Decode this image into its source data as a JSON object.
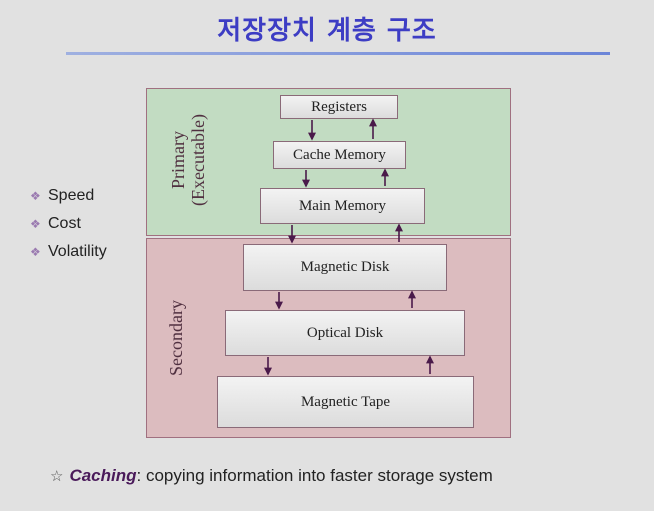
{
  "title": "저장장치 계층 구조",
  "regions": {
    "primary": "Primary\n(Executable)",
    "secondary": "Secondary"
  },
  "hierarchy": [
    {
      "id": "registers",
      "label": "Registers"
    },
    {
      "id": "cache",
      "label": "Cache Memory"
    },
    {
      "id": "main",
      "label": "Main Memory"
    },
    {
      "id": "disk",
      "label": "Magnetic Disk"
    },
    {
      "id": "optical",
      "label": "Optical Disk"
    },
    {
      "id": "tape",
      "label": "Magnetic Tape"
    }
  ],
  "bullets": [
    "Speed",
    "Cost",
    "Volatility"
  ],
  "footnote": {
    "term": "Caching",
    "text": ": copying information into faster storage system"
  },
  "colors": {
    "title": "#3d3dc4",
    "primary_region": "#c2dcc2",
    "secondary_region": "#dcbcbf",
    "arrow": "#4a1a4a"
  },
  "icons": {
    "bullet": "diamond-flower-icon",
    "footnote": "star-outline-icon"
  }
}
